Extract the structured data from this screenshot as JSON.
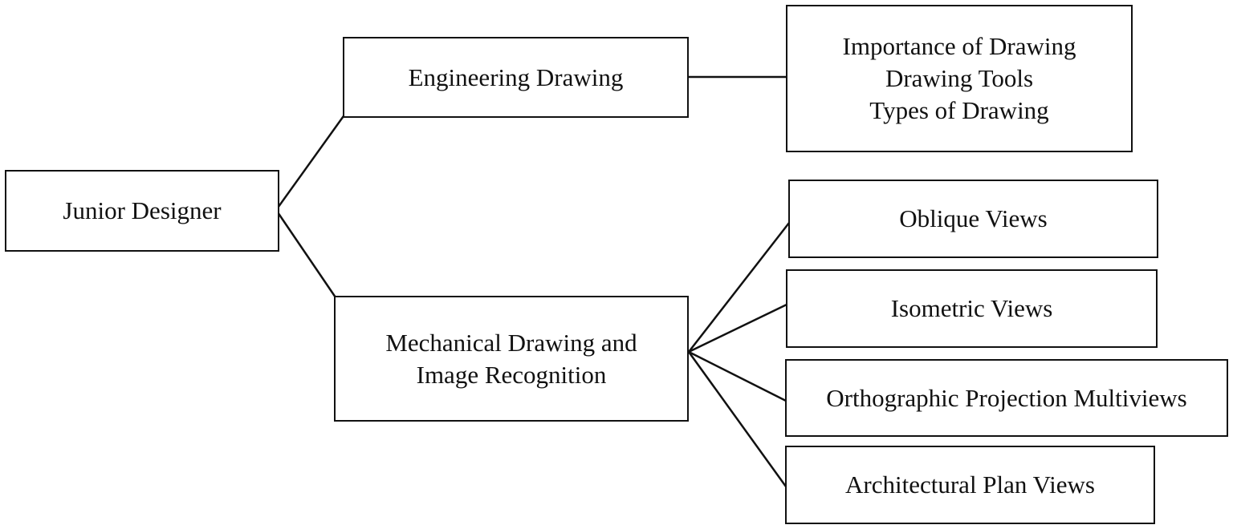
{
  "diagram": {
    "root": {
      "label": "Junior Designer"
    },
    "engineering": {
      "label": "Engineering Drawing",
      "details": [
        "Importance of Drawing",
        "Drawing Tools",
        "Types of Drawing"
      ]
    },
    "mechanical": {
      "lines": [
        "Mechanical Drawing and",
        "Image Recognition"
      ],
      "children": [
        "Oblique Views",
        "Isometric Views",
        "Orthographic Projection Multiviews",
        "Architectural Plan Views"
      ]
    }
  }
}
